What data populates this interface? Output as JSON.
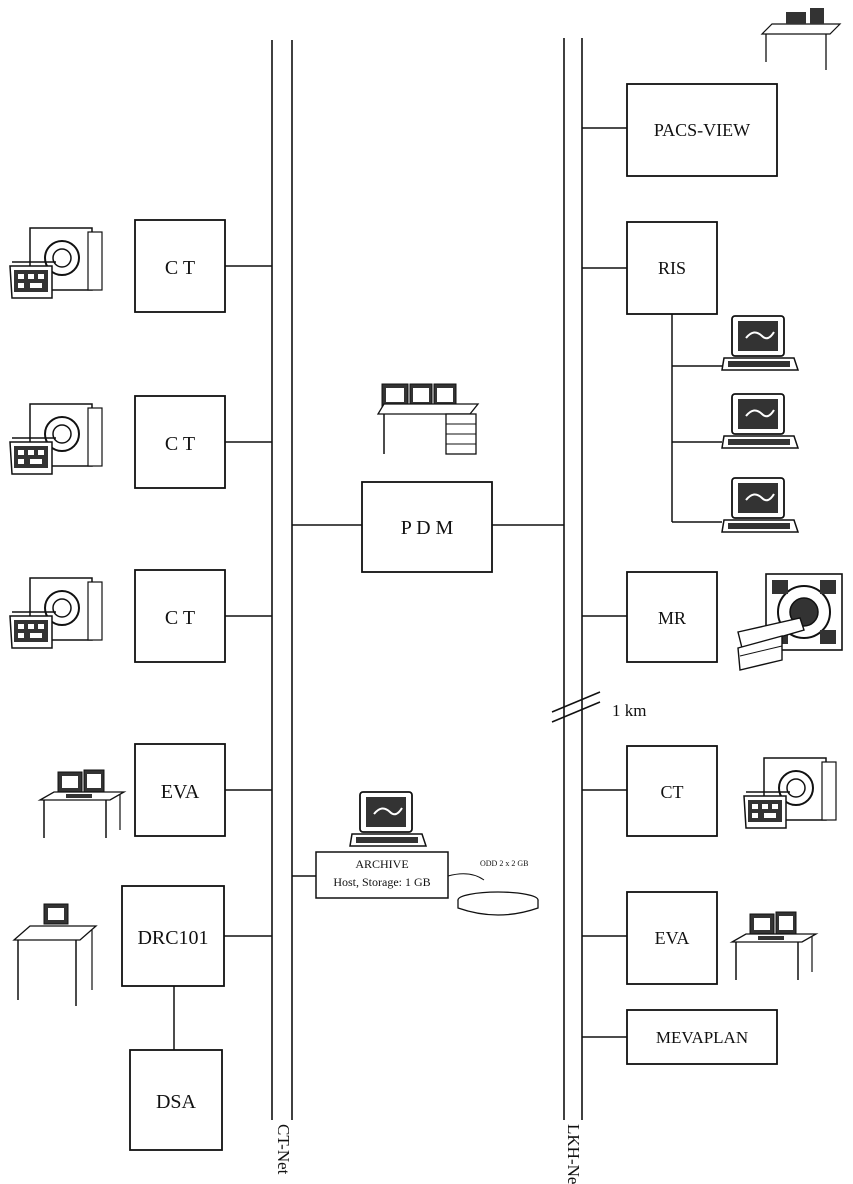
{
  "diagram": {
    "networks": {
      "ct_net": "CT-Net",
      "lkh_net": "LKH-Net",
      "distance": "1 km"
    },
    "left_boxes": {
      "ct1": "C T",
      "ct2": "C T",
      "ct3": "C T",
      "eva": "EVA",
      "drc": "DRC101",
      "dsa": "DSA"
    },
    "center": {
      "pdm": "P D M",
      "archive_title": "ARCHIVE",
      "archive_sub": "Host, Storage: 1 GB",
      "disk_label": "ODD 2 x 2 GB"
    },
    "right_boxes": {
      "pacs": "PACS-VIEW",
      "ris": "RIS",
      "mr": "MR",
      "ct": "CT",
      "eva": "EVA",
      "mevaplan": "MEVAPLAN"
    },
    "icons": {
      "ct_scanner": "ct-scanner-icon",
      "mr_scanner": "mr-scanner-icon",
      "workstation": "workstation-icon",
      "terminal": "computer-terminal-icon",
      "desk": "desk-workstation-icon",
      "disk": "optical-disk-icon"
    },
    "colors": {
      "line": "#1a1a1a",
      "background": "#ffffff"
    }
  }
}
